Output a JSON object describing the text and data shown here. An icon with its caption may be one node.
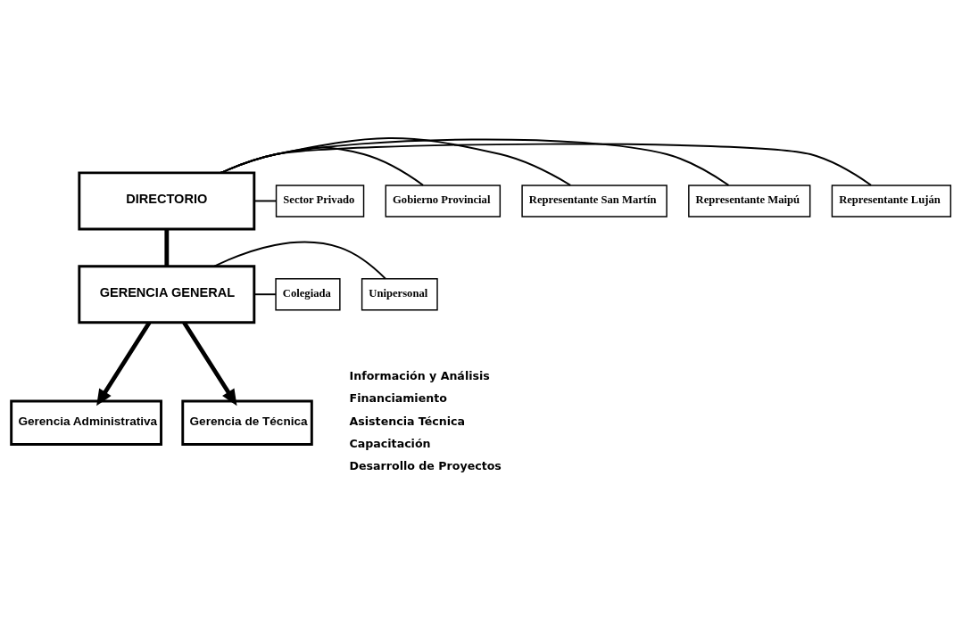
{
  "diagram": {
    "nodes": [
      {
        "text": [
          "DIRECTORIO"
        ]
      },
      {
        "text": [
          "Representante Luján"
        ]
      },
      {
        "text": [
          "Representante Maipú"
        ]
      },
      {
        "text": [
          "Representante San Martín"
        ]
      },
      {
        "text": [
          "Gobierno Provincial"
        ]
      },
      {
        "text": [
          "Sector Privado"
        ]
      },
      {
        "text": [
          "GERENCIA GENERAL"
        ]
      },
      {
        "text": [
          "Unipersonal"
        ]
      },
      {
        "text": [
          "Colegiada"
        ]
      },
      {
        "text": [
          "Gerencia Administrativa"
        ]
      },
      {
        "text": [
          "Gerencia de Técnica"
        ]
      }
    ],
    "edges": [
      {
        "from": 0,
        "to": 1,
        "arrow": "none"
      },
      {
        "from": 0,
        "to": 2,
        "arrow": "none"
      },
      {
        "from": 0,
        "to": 3,
        "arrow": "none"
      },
      {
        "from": 0,
        "to": 4,
        "arrow": "none"
      },
      {
        "from": 0,
        "to": 5,
        "arrow": "none"
      },
      {
        "from": 0,
        "to": 6,
        "arrow": "none",
        "style": "thick"
      },
      {
        "from": 6,
        "to": 7,
        "arrow": "none"
      },
      {
        "from": 6,
        "to": 8,
        "arrow": "none"
      },
      {
        "from": 6,
        "to": 9,
        "arrow": "to",
        "style": "thick"
      },
      {
        "from": 6,
        "to": 10,
        "arrow": "to",
        "style": "thick"
      }
    ],
    "labels": [
      "Información y Análisis",
      "Financiamiento",
      "Asistencia Técnica",
      "Capacitación",
      "Desarrollo de Proyectos"
    ]
  }
}
